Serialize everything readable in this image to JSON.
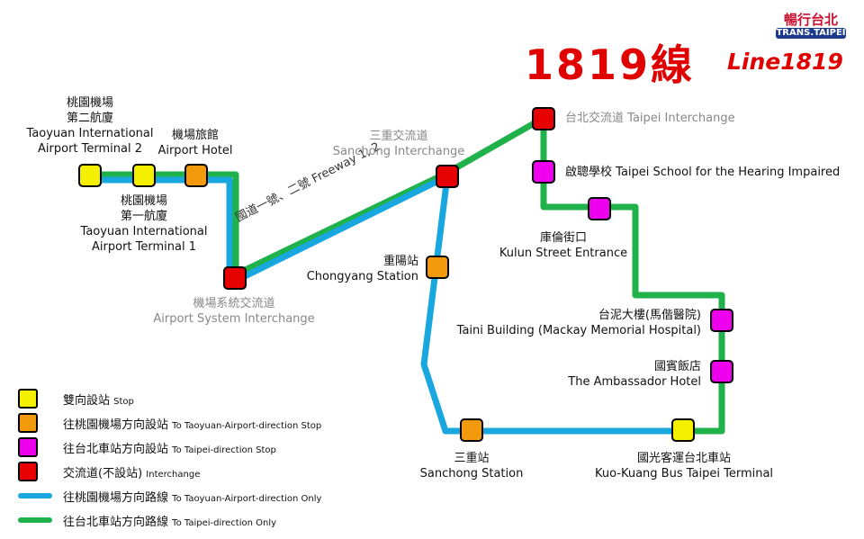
{
  "title": {
    "zh": "1819線",
    "en": "Line1819"
  },
  "logo": {
    "top": "暢行台北",
    "bottom": "TRANS.TAIPEI"
  },
  "road_label": "國道一號、二號 Freeway 1, 2",
  "colors": {
    "stop": "#f5ef00",
    "to_airport_stop": "#f29a0b",
    "to_taipei_stop": "#ee00ee",
    "interchange": "#e60000",
    "to_airport_route": "#19a7e0",
    "to_taipei_route": "#1fb24a"
  },
  "stations": {
    "t2": {
      "zh1": "桃園機場",
      "zh2": "第二航廈",
      "en1": "Taoyuan International",
      "en2": "Airport Terminal 2"
    },
    "t1": {
      "zh1": "桃園機場",
      "zh2": "第一航廈",
      "en1": "Taoyuan International",
      "en2": "Airport Terminal 1"
    },
    "hotel": {
      "zh": "機場旅館",
      "en": "Airport Hotel"
    },
    "airport_sys": {
      "zh": "機場系統交流道",
      "en": "Airport System Interchange"
    },
    "sanchong_ic": {
      "zh": "三重交流道",
      "en": "Sanchong Interchange"
    },
    "taipei_ic": {
      "zh": "台北交流道",
      "en": "Taipei Interchange"
    },
    "hearing": {
      "zh": "啟聰學校",
      "en": "Taipei School for the Hearing Impaired"
    },
    "kulun": {
      "zh": "庫倫街口",
      "en": "Kulun Street Entrance"
    },
    "taini": {
      "zh": "台泥大樓(馬偕醫院)",
      "en": "Taini Building (Mackay Memorial Hospital)"
    },
    "ambassador": {
      "zh": "國賓飯店",
      "en": "The Ambassador Hotel"
    },
    "kuokuang": {
      "zh": "國光客運台北車站",
      "en": "Kuo-Kuang Bus Taipei Terminal"
    },
    "sanchong_st": {
      "zh": "三重站",
      "en": "Sanchong Station"
    },
    "chongyang": {
      "zh": "重陽站",
      "en": "Chongyang Station"
    }
  },
  "legend": [
    {
      "zh": "雙向設站",
      "en": "Stop"
    },
    {
      "zh": "往桃園機場方向設站",
      "en": "To Taoyuan-Airport-direction Stop"
    },
    {
      "zh": "往台北車站方向設站",
      "en": "To Taipei-direction Stop"
    },
    {
      "zh": "交流道(不設站)",
      "en": "Interchange"
    },
    {
      "zh": "往桃園機場方向路線",
      "en": "To Taoyuan-Airport-direction Only"
    },
    {
      "zh": "往台北車站方向路線",
      "en": "To Taipei-direction Only"
    }
  ]
}
